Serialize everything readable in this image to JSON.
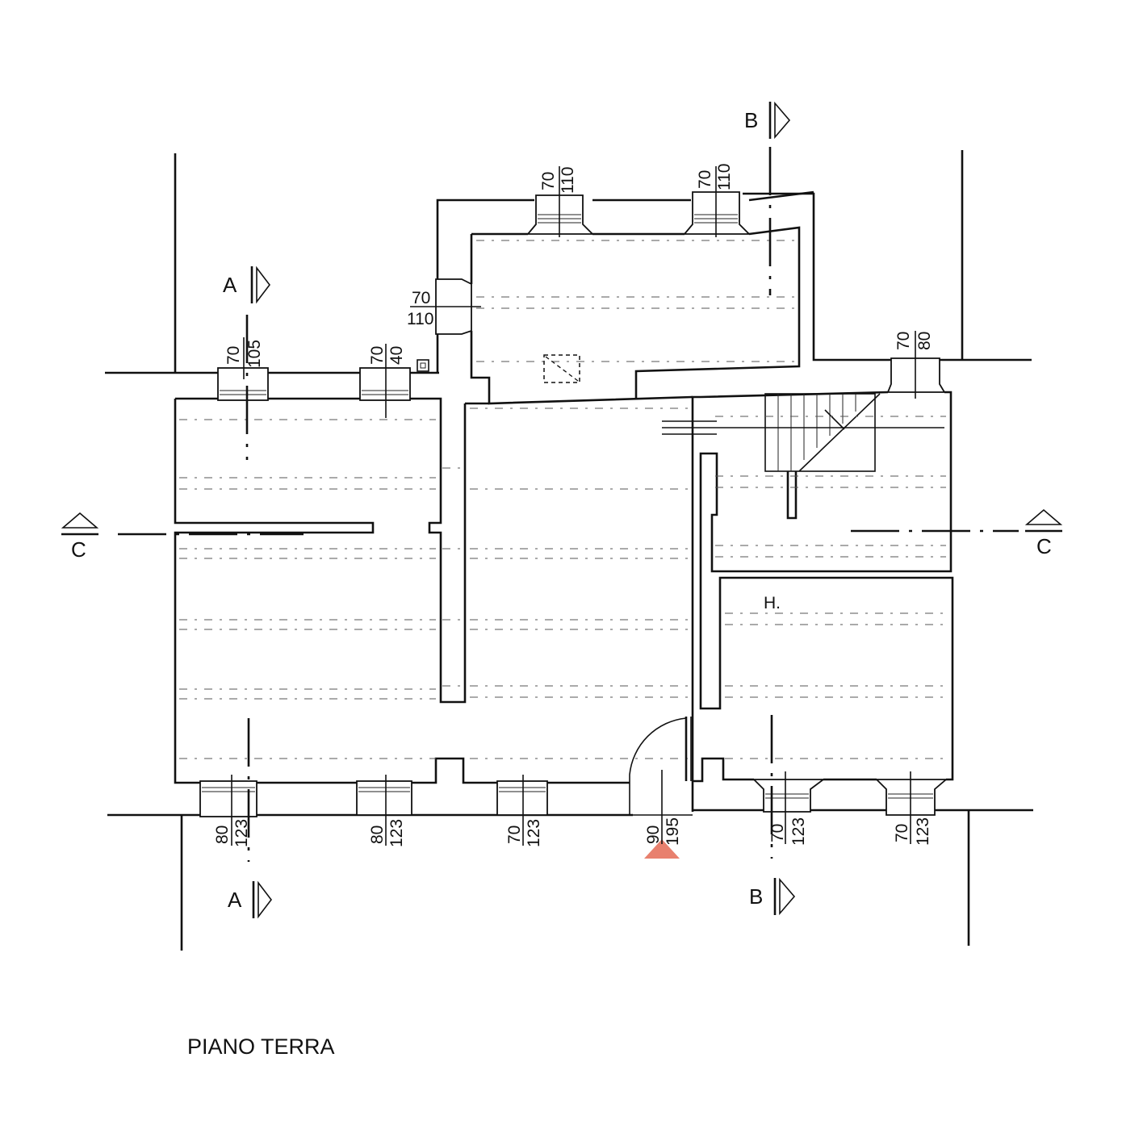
{
  "title": "PIANO TERRA",
  "room_label": "H.",
  "sections": {
    "a": "A",
    "b": "B",
    "c": "C"
  },
  "colors": {
    "entrance_marker": "#e8806e",
    "line": "#111111"
  },
  "openings": {
    "top_a": {
      "w": "70",
      "h": "110"
    },
    "top_b": {
      "w": "70",
      "h": "110"
    },
    "side": {
      "w": "70",
      "h": "110"
    },
    "left_1": {
      "w": "70",
      "h": "105"
    },
    "left_2": {
      "w": "70",
      "h": "40"
    },
    "right_1": {
      "w": "70",
      "h": "80"
    },
    "bot_1": {
      "w": "80",
      "h": "123"
    },
    "bot_2": {
      "w": "80",
      "h": "123"
    },
    "bot_3": {
      "w": "70",
      "h": "123"
    },
    "door": {
      "w": "90",
      "h": "195"
    },
    "bot_5": {
      "w": "70",
      "h": "123"
    },
    "bot_6": {
      "w": "70",
      "h": "123"
    }
  },
  "icons": {
    "section_arrow": "triangle-arrow-icon",
    "entrance": "entrance-triangle-icon"
  }
}
